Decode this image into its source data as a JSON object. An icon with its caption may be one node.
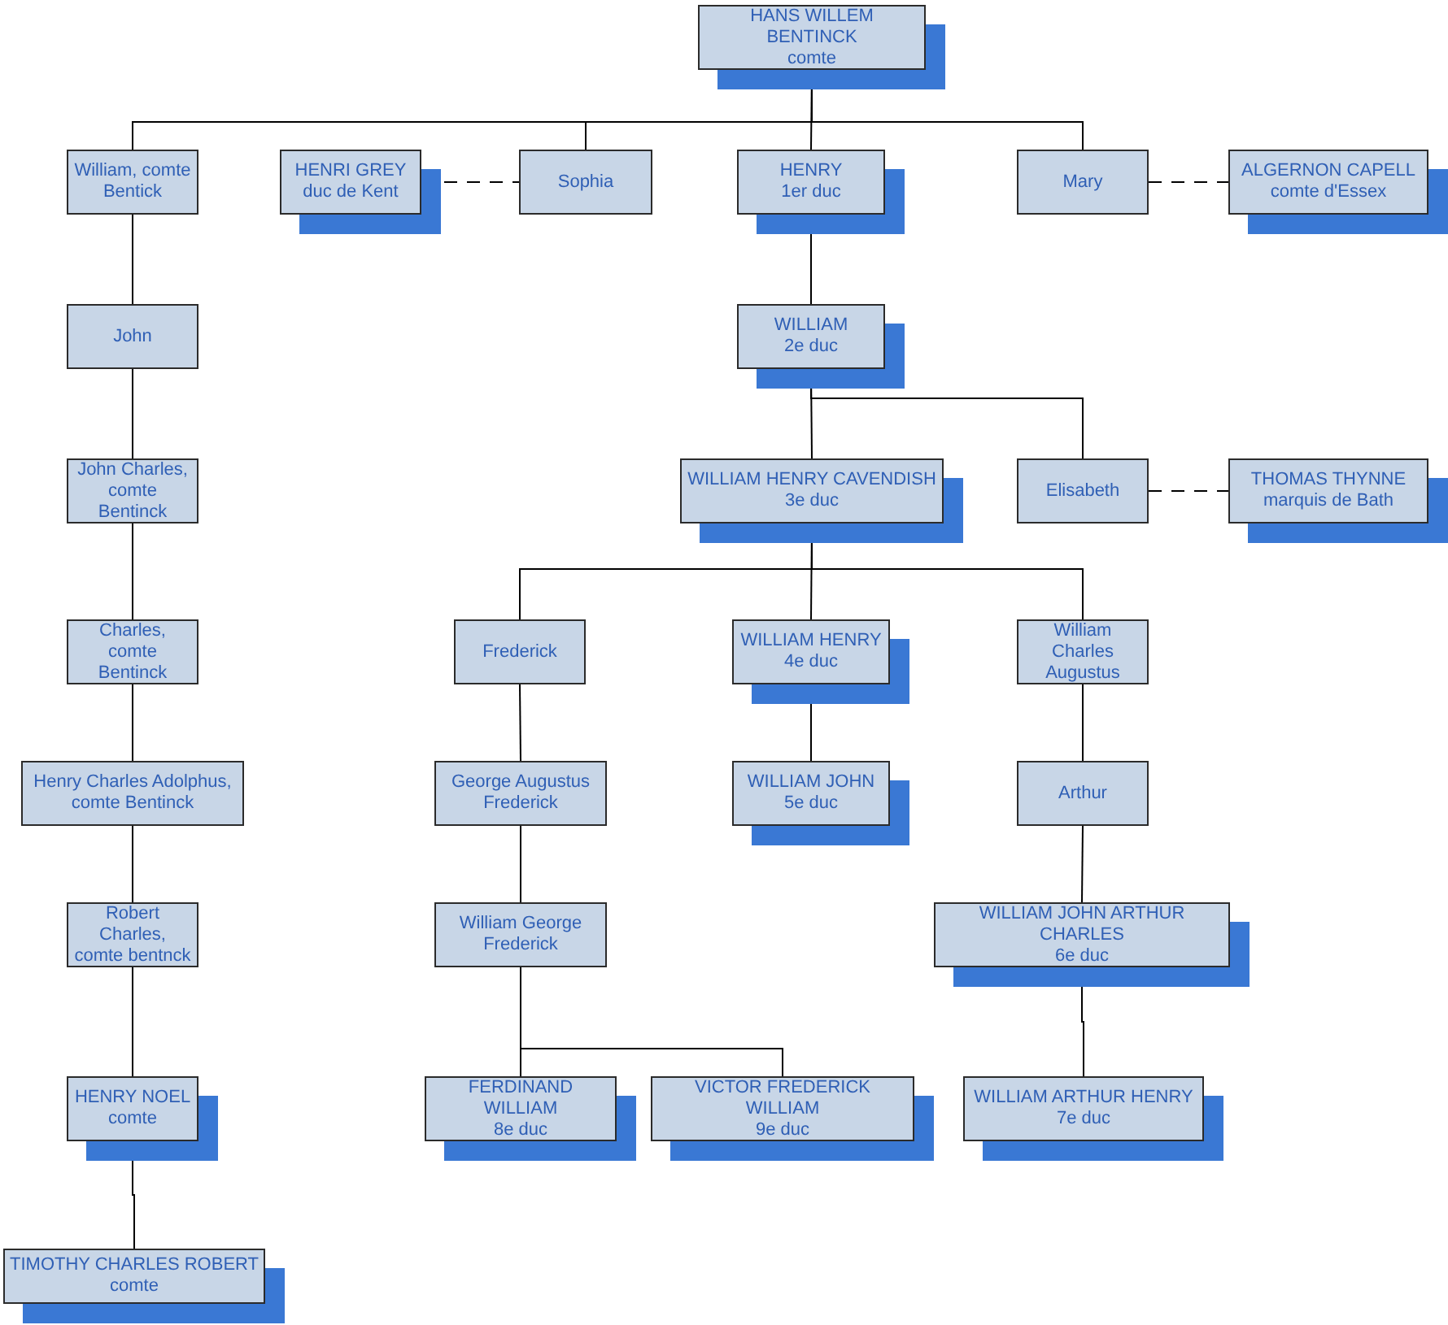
{
  "diagram": {
    "nodes": [
      {
        "text": [
          "HANS WILLEM BENTINCK",
          "comte"
        ]
      },
      {
        "text": [
          "William, comte Bentick"
        ]
      },
      {
        "text": [
          "HENRI GREY",
          "duc de Kent"
        ]
      },
      {
        "text": [
          "Sophia"
        ]
      },
      {
        "text": [
          "HENRY",
          "1er duc"
        ]
      },
      {
        "text": [
          "Mary"
        ]
      },
      {
        "text": [
          "ALGERNON CAPELL",
          "comte d'Essex"
        ]
      },
      {
        "text": [
          "John"
        ]
      },
      {
        "text": [
          "WILLIAM",
          "2e duc"
        ]
      },
      {
        "text": [
          "John Charles, comte Bentinck"
        ]
      },
      {
        "text": [
          "WILLIAM HENRY CAVENDISH",
          "3e duc"
        ]
      },
      {
        "text": [
          "Elisabeth"
        ]
      },
      {
        "text": [
          "THOMAS THYNNE",
          "marquis de Bath"
        ]
      },
      {
        "text": [
          "Charles, comte Bentinck"
        ]
      },
      {
        "text": [
          "Frederick"
        ]
      },
      {
        "text": [
          "WILLIAM HENRY",
          "4e duc"
        ]
      },
      {
        "text": [
          "William Charles Augustus"
        ]
      },
      {
        "text": [
          "Henry Charles Adolphus, comte Bentinck"
        ]
      },
      {
        "text": [
          "George Augustus Frederick"
        ]
      },
      {
        "text": [
          "WILLIAM JOHN",
          "5e duc"
        ]
      },
      {
        "text": [
          "Arthur"
        ]
      },
      {
        "text": [
          "Robert Charles, comte bentnck"
        ]
      },
      {
        "text": [
          "William George Frederick"
        ]
      },
      {
        "text": [
          "WILLIAM JOHN ARTHUR CHARLES",
          "6e duc"
        ]
      },
      {
        "text": [
          "HENRY NOEL",
          "comte"
        ]
      },
      {
        "text": [
          "FERDINAND WILLIAM",
          "8e duc"
        ]
      },
      {
        "text": [
          "VICTOR FREDERICK WILLIAM",
          "9e duc"
        ]
      },
      {
        "text": [
          "WILLIAM ARTHUR HENRY",
          "7e duc"
        ]
      },
      {
        "text": [
          "TIMOTHY CHARLES ROBERT",
          "comte"
        ]
      }
    ],
    "edges": [
      {
        "from": 0,
        "to": 1,
        "arrow": "none"
      },
      {
        "from": 0,
        "to": 3,
        "arrow": "none"
      },
      {
        "from": 0,
        "to": 4,
        "arrow": "none"
      },
      {
        "from": 0,
        "to": 5,
        "arrow": "none"
      },
      {
        "from": 2,
        "to": 3,
        "arrow": "none",
        "style": "dashed"
      },
      {
        "from": 5,
        "to": 6,
        "arrow": "none",
        "style": "dashed"
      },
      {
        "from": 1,
        "to": 7,
        "arrow": "none"
      },
      {
        "from": 4,
        "to": 8,
        "arrow": "none"
      },
      {
        "from": 7,
        "to": 9,
        "arrow": "none"
      },
      {
        "from": 8,
        "to": 10,
        "arrow": "none"
      },
      {
        "from": 8,
        "to": 11,
        "arrow": "none"
      },
      {
        "from": 11,
        "to": 12,
        "arrow": "none",
        "style": "dashed"
      },
      {
        "from": 9,
        "to": 13,
        "arrow": "none"
      },
      {
        "from": 10,
        "to": 14,
        "arrow": "none"
      },
      {
        "from": 10,
        "to": 15,
        "arrow": "none"
      },
      {
        "from": 10,
        "to": 16,
        "arrow": "none"
      },
      {
        "from": 13,
        "to": 17,
        "arrow": "none"
      },
      {
        "from": 14,
        "to": 18,
        "arrow": "none"
      },
      {
        "from": 15,
        "to": 19,
        "arrow": "none"
      },
      {
        "from": 16,
        "to": 20,
        "arrow": "none"
      },
      {
        "from": 17,
        "to": 21,
        "arrow": "none"
      },
      {
        "from": 18,
        "to": 22,
        "arrow": "none"
      },
      {
        "from": 20,
        "to": 23,
        "arrow": "none"
      },
      {
        "from": 21,
        "to": 24,
        "arrow": "none"
      },
      {
        "from": 22,
        "to": 25,
        "arrow": "none"
      },
      {
        "from": 22,
        "to": 26,
        "arrow": "none"
      },
      {
        "from": 23,
        "to": 27,
        "arrow": "none"
      },
      {
        "from": 24,
        "to": 28,
        "arrow": "none"
      }
    ]
  }
}
